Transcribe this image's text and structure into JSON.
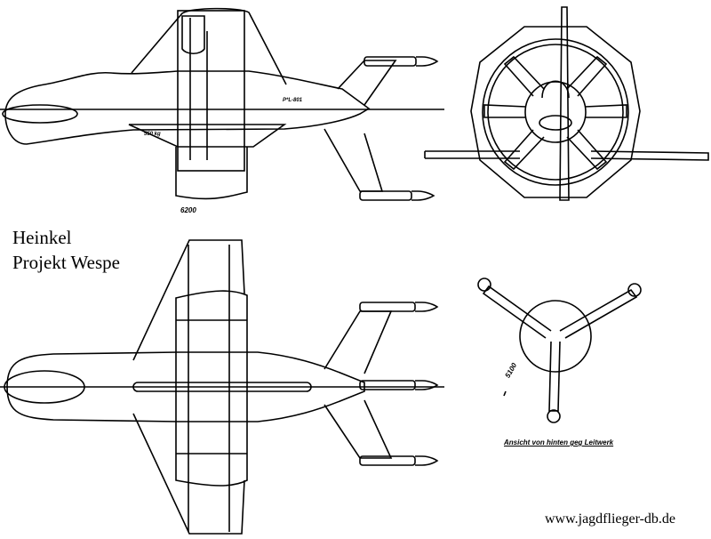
{
  "title": {
    "line1": "Heinkel",
    "line2": "Projekt Wespe"
  },
  "website": "www.jagdflieger-db.de",
  "annotations": {
    "side_dimension": "6200",
    "rear_dimension": "5100",
    "rear_caption": "Ansicht von hinten geg Leitwerk",
    "mass_label": "550 kg",
    "engine_label": "P*L-801"
  }
}
